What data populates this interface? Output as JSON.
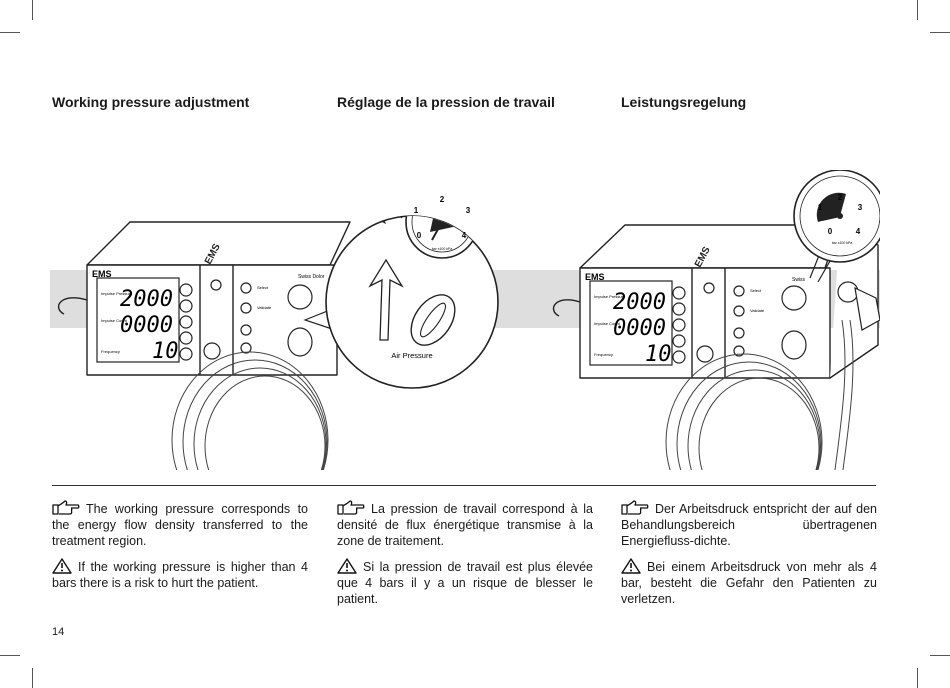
{
  "headings": {
    "en": "Working pressure adjustment",
    "fr": "Réglage de la pression de travail",
    "de": "Leistungsregelung"
  },
  "device": {
    "brand": "EMS",
    "display_values": [
      "2000",
      "0000",
      "10"
    ],
    "display_labels": [
      "Impulse Pressure",
      "Impulse Count",
      "Frequency"
    ],
    "button_labels": [
      "Select",
      "Validate"
    ],
    "panel_text": "Swiss Dolor",
    "panel_text_cropped": "Swiss",
    "gauge_ticks": [
      "0",
      "1",
      "2",
      "3",
      "4"
    ],
    "gauge_unit": "bar\nx100 kPa",
    "magnifier_label": "Air Pressure"
  },
  "text": {
    "en": {
      "note": "The working pressure corresponds to the energy flow density transferred to the treatment region.",
      "warning": "If the working pressure is higher than 4 bars there is a risk to hurt the patient."
    },
    "fr": {
      "note": "La pression de travail correspond à la densité de flux énergétique transmise à la zone de traitement.",
      "warning": "Si la pression de travail est plus élevée que 4 bars il y a un risque de blesser le patient."
    },
    "de": {
      "note": "Der Arbeitsdruck entspricht der auf den Behandlungsbereich übertragenen Energiefluss-dichte.",
      "warning": "Bei einem Arbeitsdruck von mehr als 4 bar, besteht die Gefahr den Patienten zu verletzen."
    }
  },
  "icons": {
    "note": "pointing-hand-icon",
    "warning": "warning-triangle-icon"
  },
  "page_number": "14"
}
